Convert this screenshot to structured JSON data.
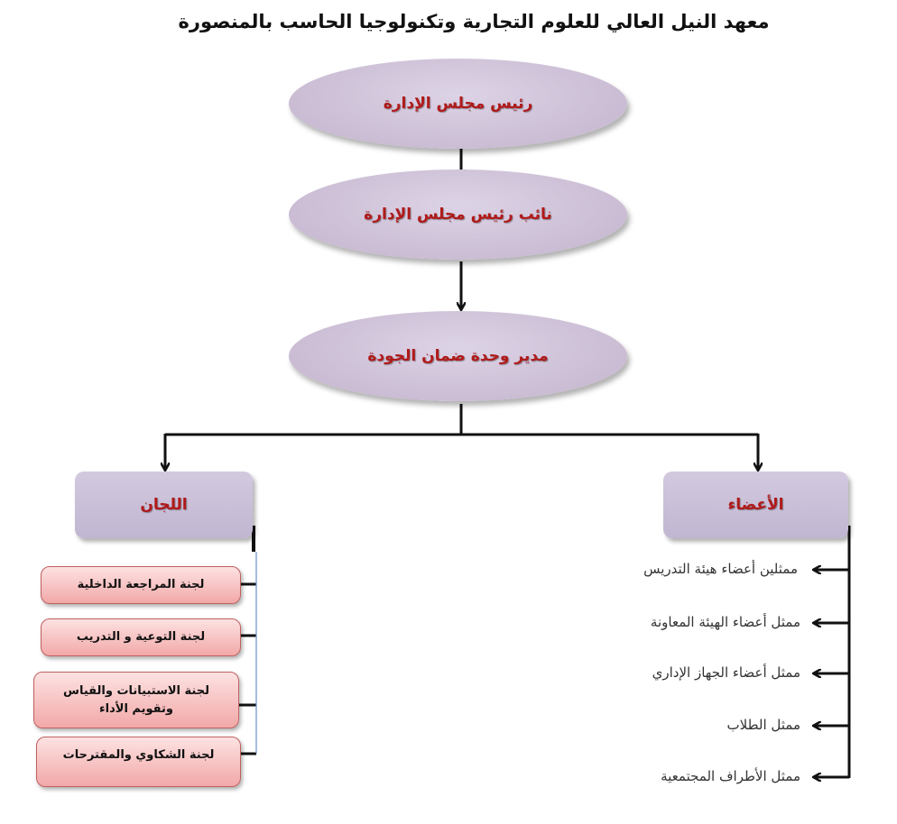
{
  "title": "معهد النيل العالي للعلوم التجارية وتكنولوجيا الحاسب بالمنصورة",
  "levels": [
    "رئيس مجلس الإدارة",
    "نائب رئيس مجلس الإدارة",
    "مدير وحدة ضمان الجودة"
  ],
  "committees": {
    "label": "اللجان",
    "items": [
      "لجنة المراجعة الداخلية",
      "لجنة التوعية و التدريب",
      "لجنة الاستبيانات والقياس وتقويم الأداء",
      "لجنة الشكاوي والمقترحات"
    ]
  },
  "members": {
    "label": "الأعضاء",
    "items": [
      "ممثلين أعضاء هيئة التدريس",
      "ممثل أعضاء الهيئة المعاونة",
      "ممثل أعضاء الجهاز الإداري",
      "ممثل الطلاب",
      "ممثل الأطراف المجتمعية"
    ]
  }
}
